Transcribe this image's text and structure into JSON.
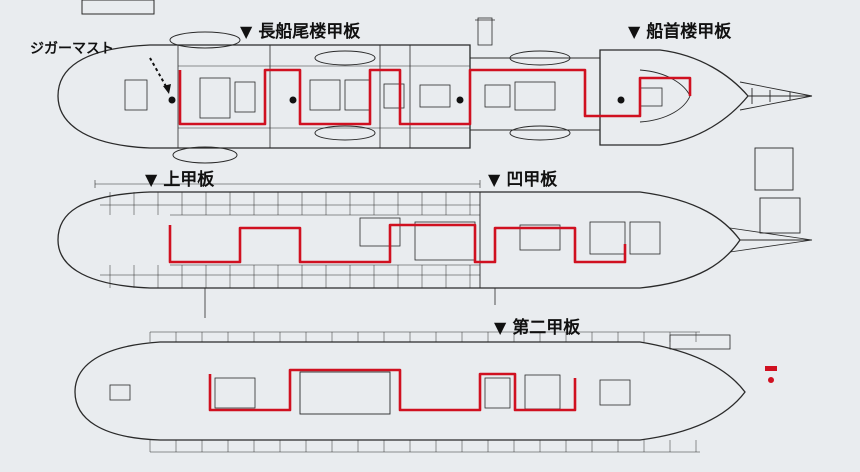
{
  "labels": {
    "long_poop_deck": "長船尾楼甲板",
    "forecastle_deck": "船首楼甲板",
    "jigger_mast": "ジガーマスト",
    "upper_deck": "上甲板",
    "well_deck": "凹甲板",
    "second_deck": "第二甲板"
  },
  "marker": "▼",
  "colors": {
    "background": "#e9ecef",
    "outline": "#2a2a2a",
    "route": "#d01020",
    "label": "#111111"
  },
  "icons": [
    "down-triangle-icon",
    "mast-position-dot-icon",
    "bowsprit-icon",
    "lifeboat-icon"
  ]
}
